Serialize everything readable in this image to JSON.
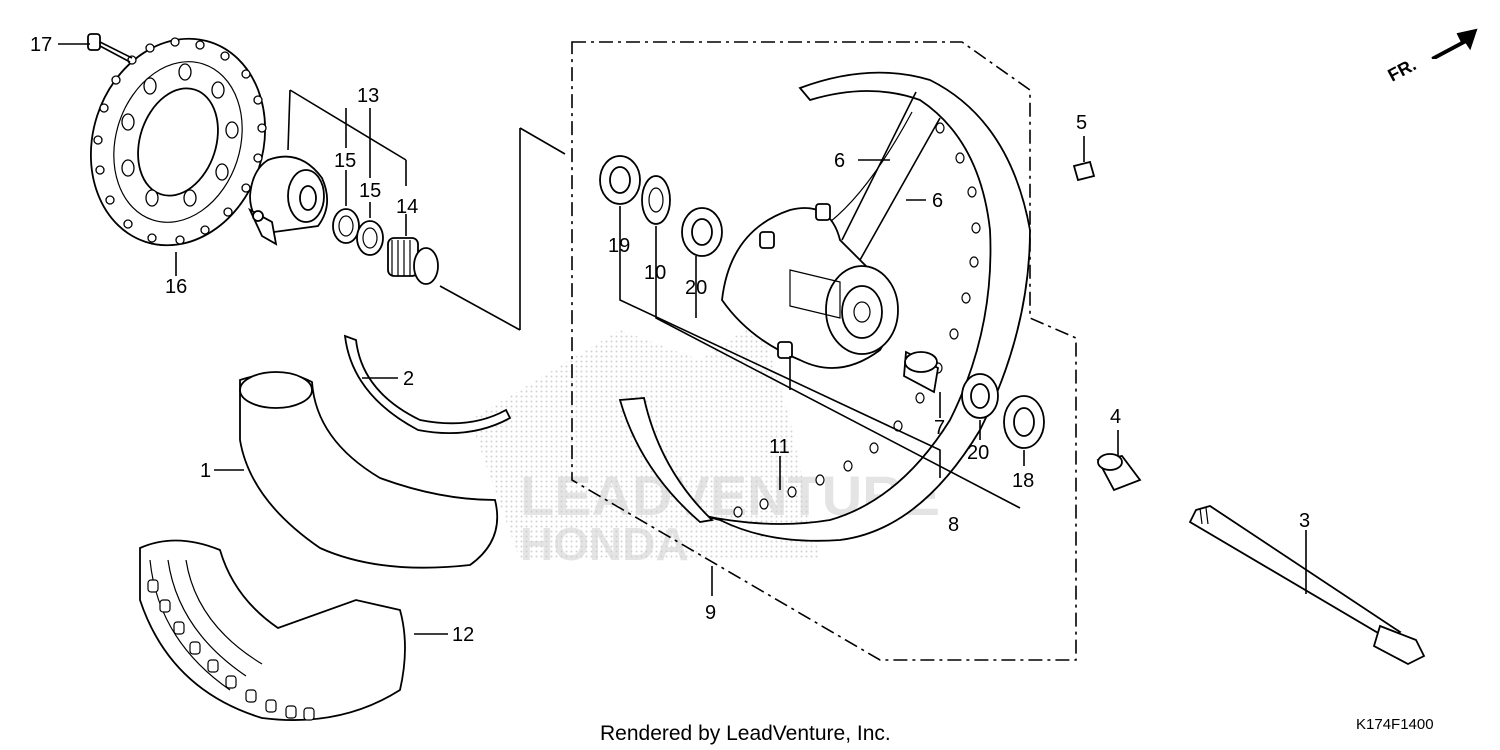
{
  "diagram": {
    "orientation_label": "FR.",
    "credit": "Rendered by LeadVenture, Inc.",
    "figure_code": "K174F1400",
    "watermark_line1": "LEADVENTURE",
    "watermark_line2": "HONDA",
    "callouts": {
      "c1": "1",
      "c2": "2",
      "c3": "3",
      "c4": "4",
      "c5": "5",
      "c6a": "6",
      "c6b": "6",
      "c7": "7",
      "c8": "8",
      "c9": "9",
      "c10": "10",
      "c11": "11",
      "c12": "12",
      "c13": "13",
      "c14": "14",
      "c15a": "15",
      "c15b": "15",
      "c16": "16",
      "c17": "17",
      "c18": "18",
      "c19": "19",
      "c20a": "20",
      "c20b": "20"
    }
  }
}
